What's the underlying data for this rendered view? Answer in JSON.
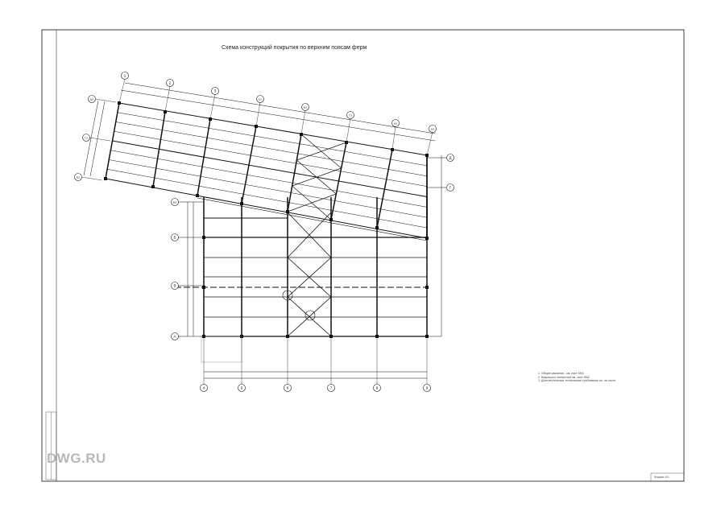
{
  "drawing": {
    "title": "Схема конструкций покрытия по верхним поясам ферм",
    "notes": [
      "1. Общие указания - см. лист КМ1",
      "2. Ведомость элементов см. лист КМ2",
      "3. Дополнительные технические требования см. на листе"
    ],
    "format_label": "Формат А3",
    "watermark": "DWG.RU",
    "upper_axes_columns": [
      "1",
      "2",
      "3",
      "5/1",
      "6/1",
      "7/1",
      "8/1",
      "9/1"
    ],
    "upper_axes_rows_left": [
      "Д/1",
      "Г/1",
      "В/1"
    ],
    "upper_axes_rows_right": [
      "Д",
      "Г"
    ],
    "lower_axes_columns": [
      "4",
      "5",
      "6",
      "7",
      "8",
      "9"
    ],
    "lower_axes_rows": [
      "В/1",
      "Б",
      "В",
      "А"
    ]
  }
}
